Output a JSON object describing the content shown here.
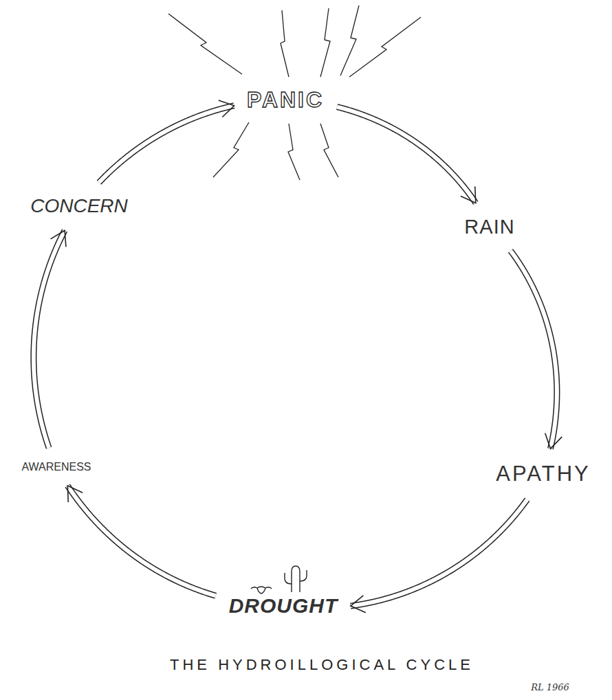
{
  "diagram": {
    "title": "THE HYDROILLOGICAL CYCLE",
    "nodes": [
      {
        "text": [
          "PANIC"
        ]
      },
      {
        "text": [
          "RAIN"
        ]
      },
      {
        "text": [
          "APATHY"
        ]
      },
      {
        "text": [
          "DROUGHT"
        ]
      },
      {
        "text": [
          "AWARENESS"
        ]
      },
      {
        "text": [
          "CONCERN"
        ]
      }
    ],
    "edges": [
      {
        "from": 0,
        "to": 1,
        "arrow": "to"
      },
      {
        "from": 1,
        "to": 2,
        "arrow": "to"
      },
      {
        "from": 2,
        "to": 3,
        "arrow": "to"
      },
      {
        "from": 3,
        "to": 4,
        "arrow": "to"
      },
      {
        "from": 4,
        "to": 5,
        "arrow": "to"
      },
      {
        "from": 5,
        "to": 0,
        "arrow": "to"
      }
    ],
    "labels": [
      "RL 1966"
    ]
  }
}
